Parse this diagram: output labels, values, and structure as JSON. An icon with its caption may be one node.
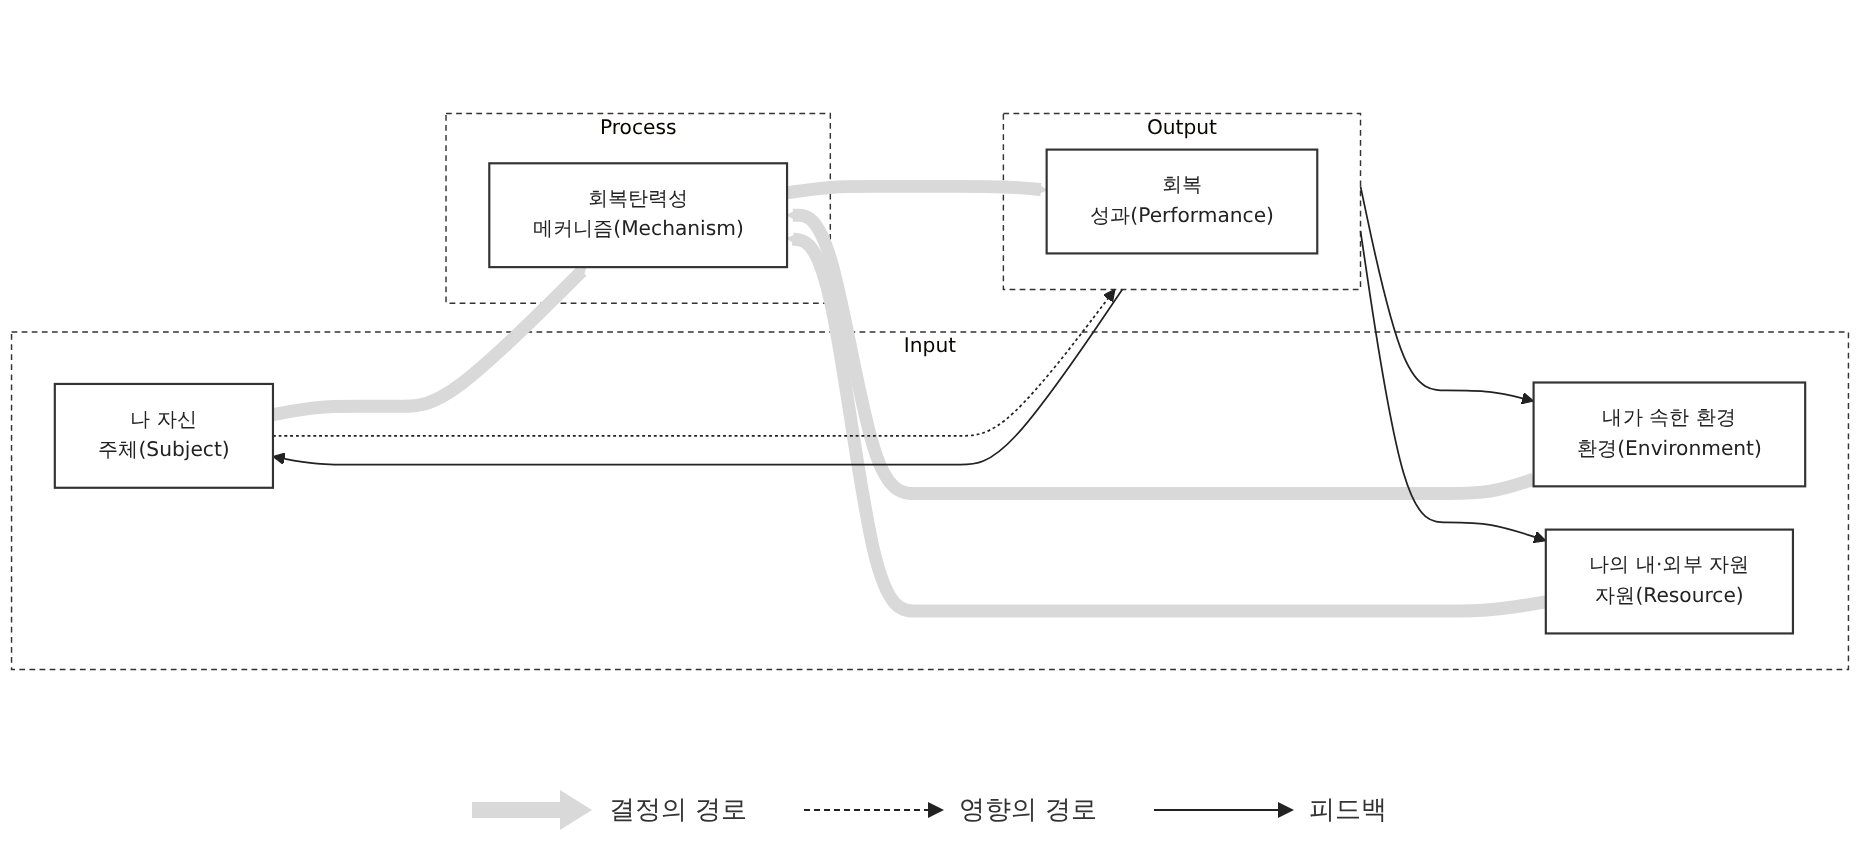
{
  "diagram": {
    "nodes": [
      {
        "text": [
          "Input"
        ]
      },
      {
        "text": [
          "나 자신",
          "주체(Subject)"
        ],
        "in": 0
      },
      {
        "text": [
          "내가 속한 환경",
          "환경(Environment)"
        ],
        "in": 0
      },
      {
        "text": [
          "나의 내·외부 자원",
          "자원(Resource)"
        ],
        "in": 0
      },
      {
        "text": [
          "Process"
        ]
      },
      {
        "text": [
          "회복탄력성",
          "메커니즘(Mechanism)"
        ],
        "in": 4
      },
      {
        "text": [
          "Output"
        ]
      },
      {
        "text": [
          "회복",
          "성과(Performance)"
        ],
        "in": 6
      }
    ],
    "edges": [
      {
        "from": 1,
        "to": 5,
        "arrow": "to",
        "style": "thick",
        "color": "#d9d9d9"
      },
      {
        "from": 2,
        "to": 5,
        "arrow": "to",
        "style": "thick",
        "color": "#d9d9d9"
      },
      {
        "from": 3,
        "to": 5,
        "arrow": "to",
        "style": "thick",
        "color": "#d9d9d9"
      },
      {
        "from": 5,
        "to": 7,
        "arrow": "to",
        "style": "thick",
        "color": "#d9d9d9"
      },
      {
        "from": 1,
        "to": 6,
        "arrow": "to",
        "style": "dashed",
        "color": "#222222"
      },
      {
        "from": 6,
        "to": 1,
        "arrow": "to",
        "color": "#222222"
      },
      {
        "from": 6,
        "to": 2,
        "arrow": "to",
        "color": "#222222"
      },
      {
        "from": 6,
        "to": 3,
        "arrow": "to",
        "color": "#222222"
      }
    ],
    "legend": [
      {
        "text": "결정의 경로"
      },
      {
        "text": "영향의 경로"
      },
      {
        "text": "피드백"
      }
    ]
  }
}
